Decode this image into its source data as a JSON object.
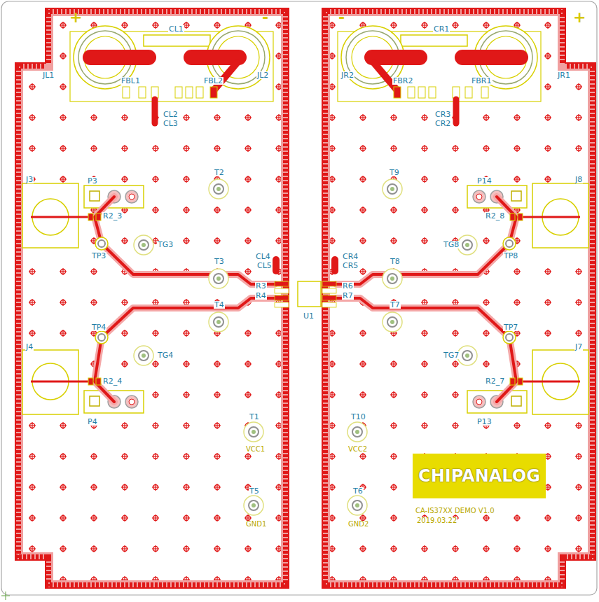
{
  "diagram": {
    "nodes": [
      {
        "text": [
          "CHIPANALOG"
        ]
      }
    ],
    "labels": [
      "+",
      "-",
      "CL1",
      "JL1",
      "FBL1",
      "FBL2",
      "JL2",
      "CL2",
      "CL3",
      "-",
      "CR1",
      "JR2",
      "FBR2",
      "FBR1",
      "JR1",
      "CR3",
      "CR2",
      "+",
      "J3",
      "P3",
      "R2_3",
      "TP3",
      "TG3",
      "T2",
      "T3",
      "CL4",
      "CL5",
      "R3",
      "R4",
      "T4",
      "U1",
      "J4",
      "TP4",
      "TG4",
      "R2_4",
      "P4",
      "T1",
      "VCC1",
      "T5",
      "GND1",
      "T9",
      "CR4",
      "CR5",
      "R6",
      "R7",
      "T8",
      "T7",
      "P14",
      "J8",
      "R2_8",
      "TG8",
      "TP8",
      "TG7",
      "TP7",
      "R2_7",
      "J7",
      "P13",
      "T10",
      "VCC2",
      "T6",
      "GND2",
      "CA-IS37XX DEMO V1.0",
      "2019.03.22"
    ]
  }
}
